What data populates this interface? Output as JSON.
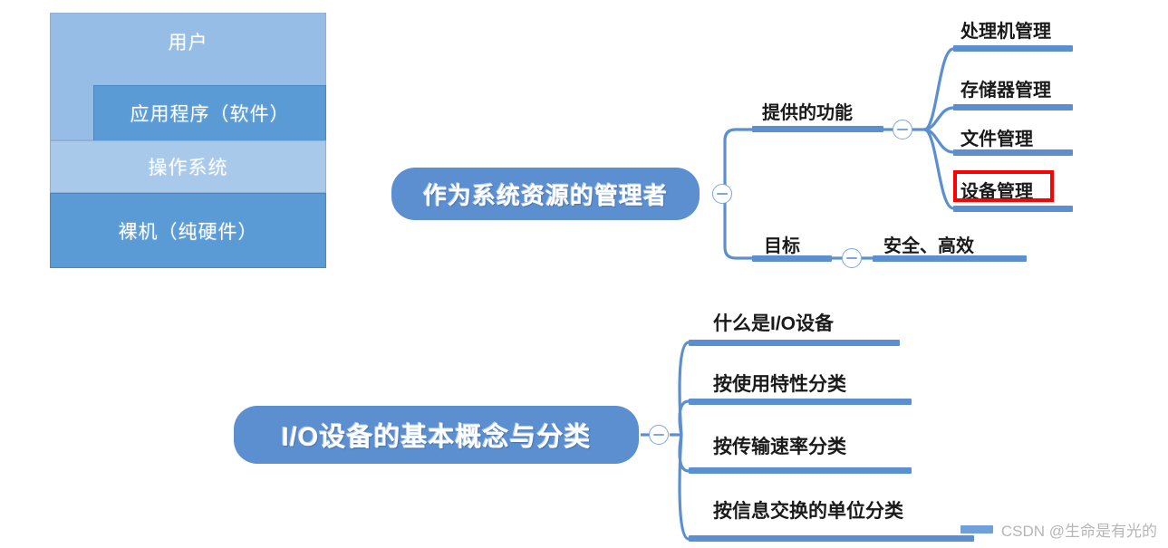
{
  "layer_stack": {
    "name": "os-layer-stack",
    "layers": [
      {
        "label": "用户",
        "color": "#95BDE6"
      },
      {
        "label": "应用程序（软件）",
        "color": "#5B9BD5"
      },
      {
        "label": "操作系统",
        "color": "#A9C9EB"
      },
      {
        "label": "裸机（纯硬件）",
        "color": "#5B9BD5"
      }
    ]
  },
  "mindmap_top": {
    "root": "作为系统资源的管理者",
    "branches": [
      {
        "label": "提供的功能",
        "children": [
          "处理机管理",
          "存储器管理",
          "文件管理",
          "设备管理"
        ],
        "highlighted_child": "设备管理"
      },
      {
        "label": "目标",
        "children": [
          "安全、高效"
        ]
      }
    ]
  },
  "mindmap_bottom": {
    "root": "I/O设备的基本概念与分类",
    "children": [
      "什么是I/O设备",
      "按使用特性分类",
      "按传输速率分类",
      "按信息交换的单位分类"
    ]
  },
  "watermark": {
    "text": "CSDN @生命是有光的"
  },
  "colors": {
    "accent": "#5B8FD0",
    "layer_light": "#95BDE6",
    "layer_mid": "#A9C9EB",
    "layer_dark": "#5B9BD5",
    "highlight": "#FF0000"
  }
}
